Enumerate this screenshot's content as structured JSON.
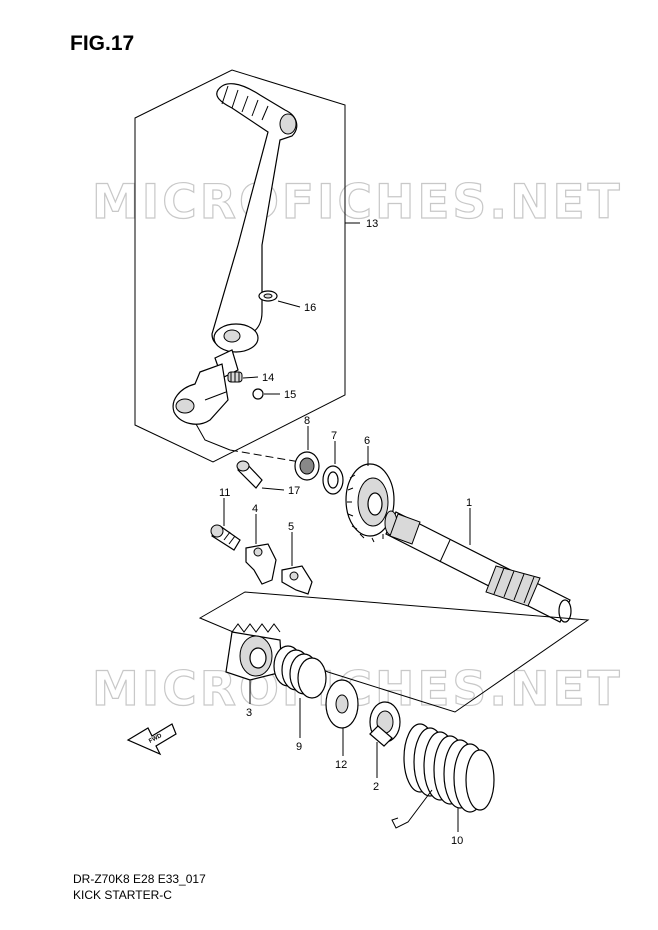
{
  "figure": {
    "title": "FIG.17",
    "diagram_code": "DR-Z70K8 E28 E33_017",
    "assembly_name": "KICK STARTER-C"
  },
  "watermark": {
    "text_upper": "MICROFICHES.NET",
    "text_lower": "MICROFICHES.NET"
  },
  "fwd_arrow_label": "FWD",
  "callouts": {
    "p1": "1",
    "p2": "2",
    "p3": "3",
    "p4": "4",
    "p5": "5",
    "p6": "6",
    "p7": "7",
    "p8": "8",
    "p9": "9",
    "p10": "10",
    "p11": "11",
    "p12": "12",
    "p13": "13",
    "p14": "14",
    "p15": "15",
    "p16": "16",
    "p17": "17"
  },
  "colors": {
    "line": "#000000",
    "watermark": "#c8c8c8",
    "background": "#ffffff"
  }
}
